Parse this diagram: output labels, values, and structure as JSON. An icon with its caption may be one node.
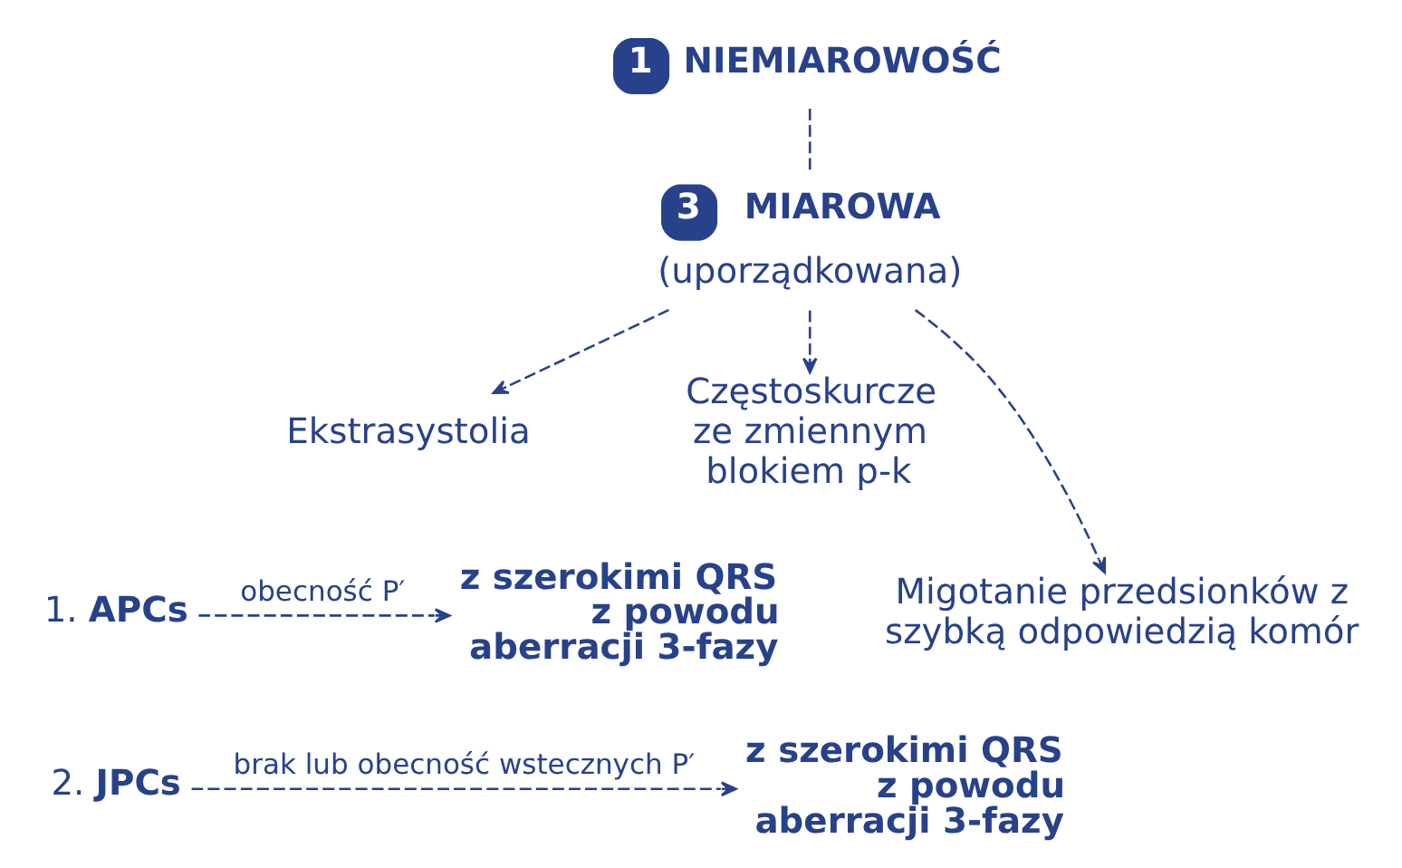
{
  "diagram": {
    "nodes": [
      {
        "text": [
          "1"
        ],
        "beside": [
          "NIEMIAROWOŚĆ"
        ]
      },
      {
        "text": [
          "3"
        ],
        "beside": [
          "MIAROWA",
          "(uporządkowana)"
        ]
      },
      {
        "text": [
          "Ekstrasystolia"
        ]
      },
      {
        "text": [
          "Częstoskurcze ze zmiennym blokiem p-k"
        ]
      },
      {
        "text": [
          "1. **APCs**"
        ]
      },
      {
        "text": [
          "2. **JPCs**"
        ]
      },
      {
        "text": [
          "z szerokimi QRS z powodu aberracji 3-fazy"
        ]
      },
      {
        "text": [
          "z szerokimi QRS z powodu aberracji 3-fazy"
        ]
      },
      {
        "text": [
          "Migotanie przedsionków z szybką odpowiedzią komór"
        ]
      }
    ],
    "edges": [
      {
        "from": 0,
        "to": 1,
        "arrow": "none",
        "style": "dashed"
      },
      {
        "from": 1,
        "to": 2,
        "arrow": "to",
        "style": "dashed"
      },
      {
        "from": 1,
        "to": 3,
        "arrow": "to",
        "style": "dashed"
      },
      {
        "from": 1,
        "to": 8,
        "arrow": "to",
        "style": "dashed"
      },
      {
        "from": 4,
        "to": 6,
        "arrow": "to",
        "style": "dashed",
        "label": "obecność P′"
      },
      {
        "from": 5,
        "to": 7,
        "arrow": "to",
        "style": "dashed",
        "label": "brak lub obecność wstecznych P′"
      }
    ]
  }
}
